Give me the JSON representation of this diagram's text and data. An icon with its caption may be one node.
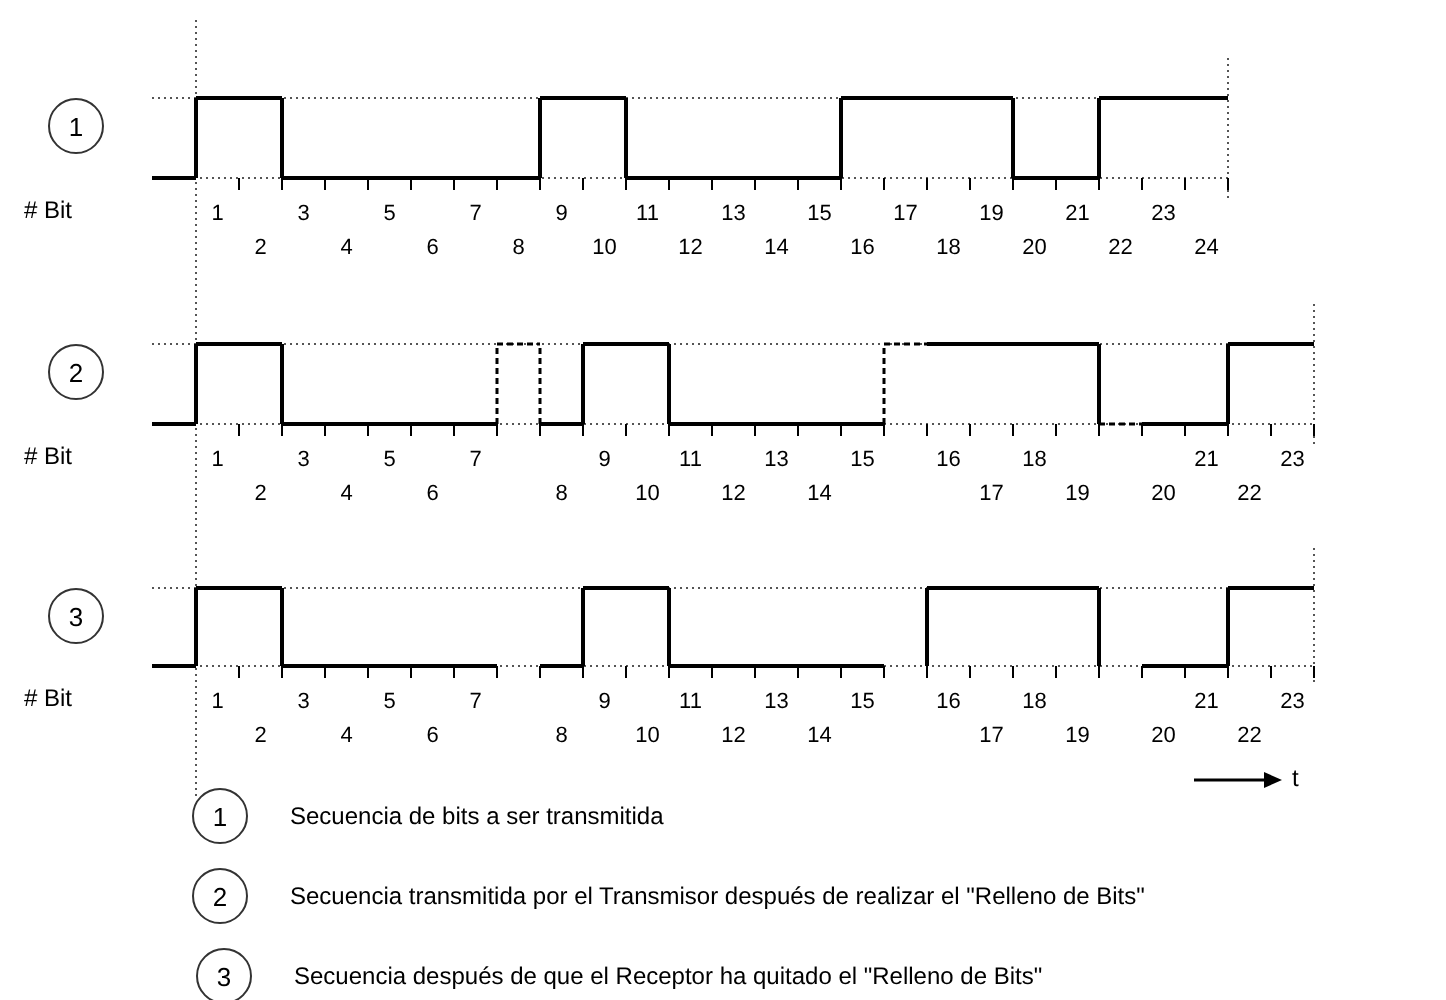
{
  "diagram": {
    "nodes": [
      {
        "text": [
          "1"
        ]
      },
      {
        "text": [
          "2"
        ]
      },
      {
        "text": [
          "3"
        ]
      },
      {
        "text": [
          "1"
        ],
        "beside": [
          "Secuencia de bits a ser transmitida"
        ]
      },
      {
        "text": [
          "2"
        ],
        "beside": [
          "Secuencia transmitida por el Transmisor después de realizar el \"Relleno de Bits\""
        ]
      },
      {
        "text": [
          "3"
        ],
        "beside": [
          "Secuencia después de que el Receptor ha quitado el \"Relleno de Bits\""
        ]
      }
    ],
    "labels": [
      "# Bit",
      "1",
      "2",
      "3",
      "4",
      "5",
      "6",
      "7",
      "8",
      "9",
      "10",
      "11",
      "12",
      "13",
      "14",
      "15",
      "16",
      "17",
      "18",
      "19",
      "20",
      "21",
      "22",
      "23",
      "24",
      "# Bit",
      "1",
      "2",
      "3",
      "4",
      "5",
      "6",
      "7",
      "8",
      "9",
      "10",
      "11",
      "12",
      "13",
      "14",
      "15",
      "16",
      "17",
      "18",
      "19",
      "20",
      "21",
      "22",
      "23",
      "# Bit",
      "1",
      "2",
      "3",
      "4",
      "5",
      "6",
      "7",
      "8",
      "9",
      "10",
      "11",
      "12",
      "13",
      "14",
      "15",
      "16",
      "17",
      "18",
      "19",
      "20",
      "21",
      "22",
      "23",
      "t"
    ]
  }
}
